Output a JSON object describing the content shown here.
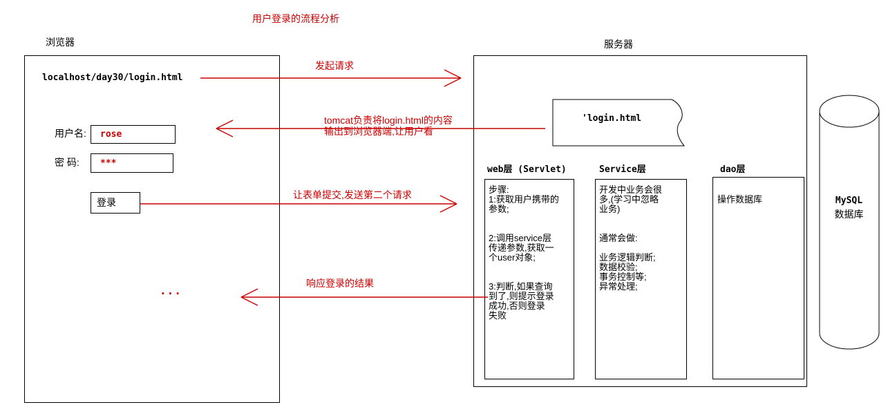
{
  "title": "用户登录的流程分析",
  "colors": {
    "accent_red": "#cc0000",
    "line_black": "#000000"
  },
  "browser": {
    "label": "浏览器",
    "url": "localhost/day30/login.html",
    "username": {
      "label": "用户名:",
      "value": "rose"
    },
    "password": {
      "label": "密 码:",
      "value": "***"
    },
    "login_button": "登录",
    "ellipsis": "..."
  },
  "server": {
    "label": "服务器",
    "login_page": "'login.html",
    "columns": [
      {
        "header": "web层 (Servlet)",
        "content": "步骤:\n1:获取用户携带的\n参数;\n\n\n2:调用service层\n传递参数,获取一\n个user对象;\n\n\n3:判断,如果查询\n到了,则提示登录\n成功,否则登录\n失败"
      },
      {
        "header": "Service层",
        "content": "开发中业务会很\n多,(学习中忽略\n业务)\n\n\n通常会做:\n\n业务逻辑判断;\n数据校验;\n事务控制等;\n异常处理;"
      },
      {
        "header": "dao层",
        "content": "操作数据库"
      }
    ]
  },
  "database": {
    "name": "MySQL",
    "label": "数据库"
  },
  "arrows": [
    {
      "label": "发起请求"
    },
    {
      "label": "tomcat负责将login.html的内容\n输出到浏览器端,让用户看"
    },
    {
      "label": "让表单提交,发送第二个请求"
    },
    {
      "label": "响应登录的结果"
    }
  ]
}
